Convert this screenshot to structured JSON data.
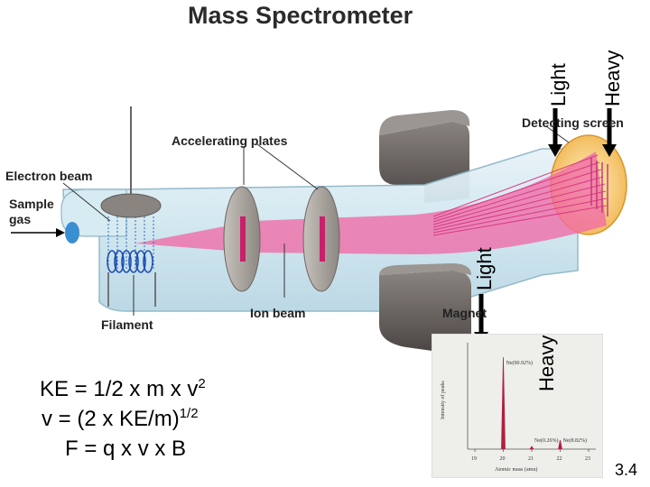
{
  "title": "Mass Spectrometer",
  "labels": {
    "electron_beam": "Electron beam",
    "sample_gas_1": "Sample",
    "sample_gas_2": "gas",
    "accelerating_plates": "Accelerating plates",
    "filament": "Filament",
    "ion_beam": "Ion beam",
    "magnet": "Magnet",
    "detecting_screen": "Detecting screen"
  },
  "arrow_labels": {
    "top_light": "Light",
    "top_heavy": "Heavy",
    "mid_light": "Light",
    "mid_heavy": "Heavy"
  },
  "equations": {
    "ke": "KE = 1/2 x m x v",
    "ke_sup": "2",
    "v": "v = (2 x KE/m)",
    "v_sup": "1/2",
    "f": "F = q x v x B"
  },
  "spectrum": {
    "ylabel": "Intensity of peaks",
    "xlabel": "Atomic mass (amu)",
    "xticks": [
      "19",
      "20",
      "21",
      "22",
      "23"
    ],
    "peaks": [
      {
        "label": "Ne(90.92%)",
        "x": 20,
        "intensity": 0.9092
      },
      {
        "label": "Ne(0.26%)",
        "x": 21,
        "intensity": 0.026
      },
      {
        "label": "Ne(8.82%)",
        "x": 22,
        "intensity": 0.0882
      }
    ]
  },
  "slide_number": "3.4"
}
